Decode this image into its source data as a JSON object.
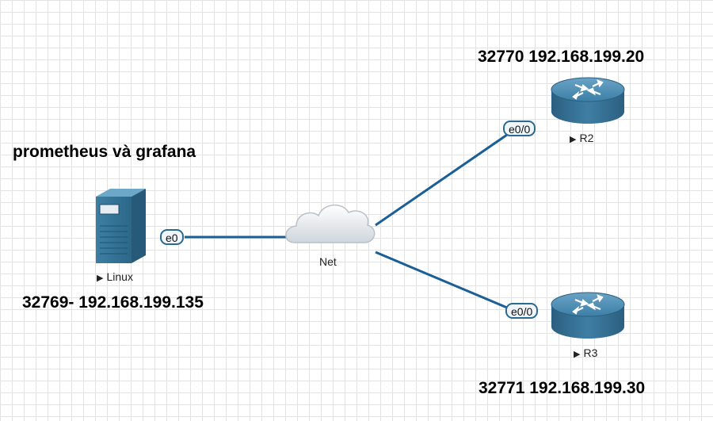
{
  "diagram": {
    "nodes": {
      "linux": {
        "label": "Linux",
        "icon": "server-icon",
        "annotation": "32769- 192.168.199.135"
      },
      "net": {
        "label": "Net",
        "icon": "cloud-icon"
      },
      "r2": {
        "label": "R2",
        "icon": "router-icon",
        "annotation": "32770 192.168.199.20"
      },
      "r3": {
        "label": "R3",
        "icon": "router-icon",
        "annotation": "32771 192.168.199.30"
      }
    },
    "title_note": "prometheus và grafana",
    "ports": {
      "linux": "e0",
      "r2": "e0/0",
      "r3": "e0/0"
    },
    "links": [
      {
        "from": "Linux",
        "to": "Net",
        "port": "e0"
      },
      {
        "from": "Net",
        "to": "R2",
        "port": "e0/0"
      },
      {
        "from": "Net",
        "to": "R3",
        "port": "e0/0"
      }
    ],
    "colors": {
      "link": "#1a5f96",
      "router": "#3d7fa6",
      "server": "#2f6f91"
    }
  }
}
